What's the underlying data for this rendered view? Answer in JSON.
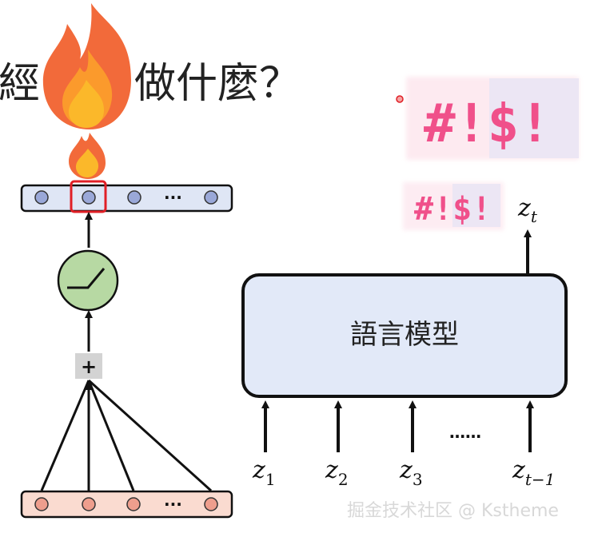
{
  "slide": {
    "title_left": "經",
    "title_right": "做什麼？",
    "language_model_label": "語言模型",
    "output_label": {
      "base": "z",
      "sub": "t"
    },
    "input_labels": [
      {
        "base": "z",
        "sub": "1"
      },
      {
        "base": "z",
        "sub": "2"
      },
      {
        "base": "z",
        "sub": "3"
      },
      {
        "base": "z",
        "sub": "t−1"
      }
    ],
    "input_gap_dots": "……",
    "top_layer_dots": "···",
    "bottom_layer_dots": "···",
    "sum_symbol": "+",
    "curse_large": "#!$!",
    "curse_small": "#!$!",
    "watermark": "掘金技术社区 @ Kstheme"
  },
  "colors": {
    "top_layer_fill": "#dfe6f5",
    "bottom_layer_fill": "#fadbd0",
    "highlight": "#e01f26",
    "relu_fill": "#b7d9a3",
    "lm_box_fill": "#e2e9f8",
    "curse_pink": "#f0508a",
    "flame_orange": "#f26a3a",
    "flame_yellow": "#fbb82a"
  }
}
